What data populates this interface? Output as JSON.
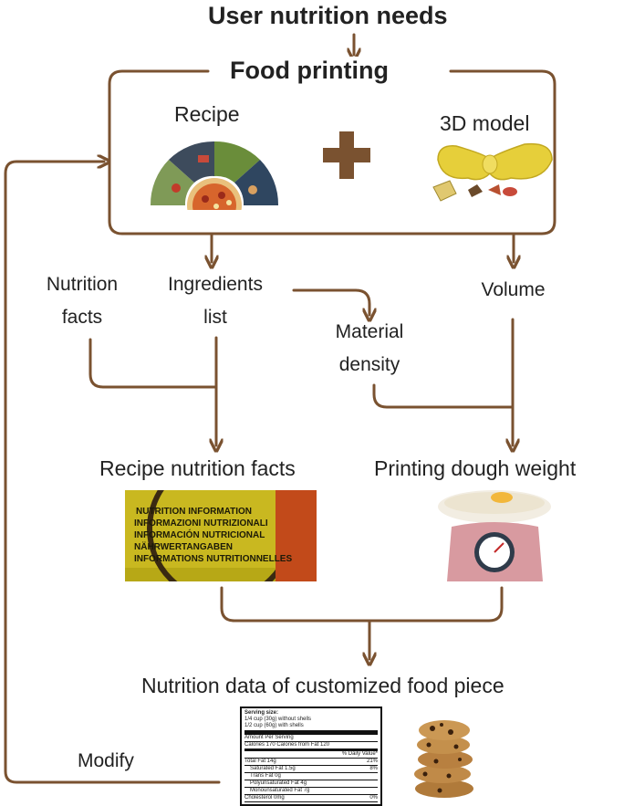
{
  "diagram": {
    "title_top": "User nutrition needs",
    "box_title": "Food printing",
    "recipe_label": "Recipe",
    "model_label": "3D model",
    "nutrition_facts": [
      "Nutrition",
      "facts"
    ],
    "ingredients_list": [
      "Ingredients",
      "list"
    ],
    "material_density": [
      "Material",
      "density"
    ],
    "volume": "Volume",
    "recipe_nutrition_facts": "Recipe nutrition facts",
    "printing_dough_weight": "Printing dough weight",
    "nutrition_data": "Nutrition data of customized food piece",
    "modify": "Modify",
    "label_photo_lines": [
      "NUTRITION INFORMATION",
      "INFORMAZIONI NUTRIZIONALI",
      "INFORMACIÓN NUTRICIONAL",
      "NÄHRWERTANGABEN",
      "INFORMATIONS NUTRITIONNELLES"
    ],
    "nutrition_label": {
      "serving_size": "Serving size:",
      "serving_1": "1/4 cup (30g) without shells",
      "serving_2": "1/2 cup (60g) with shells",
      "amount_per_serving": "Amount Per Serving",
      "calories": "Calories 170 Calories from Fat 120",
      "dv_header": "% Daily Value*",
      "rows": [
        {
          "name": "Total Fat  14g",
          "dv": "21%"
        },
        {
          "name": "Saturated Fat  1.5g",
          "dv": "8%"
        },
        {
          "name": "Trans Fat  0g",
          "dv": ""
        },
        {
          "name": "Polyunsaturated Fat 4g",
          "dv": ""
        },
        {
          "name": "Monounsaturated Fat 7g",
          "dv": ""
        },
        {
          "name": "Cholesterol  0mg",
          "dv": "0%"
        }
      ]
    }
  },
  "colors": {
    "arrow": "#7a5230",
    "plus": "#7a5230",
    "model_yellow": "#e6cf3a"
  }
}
